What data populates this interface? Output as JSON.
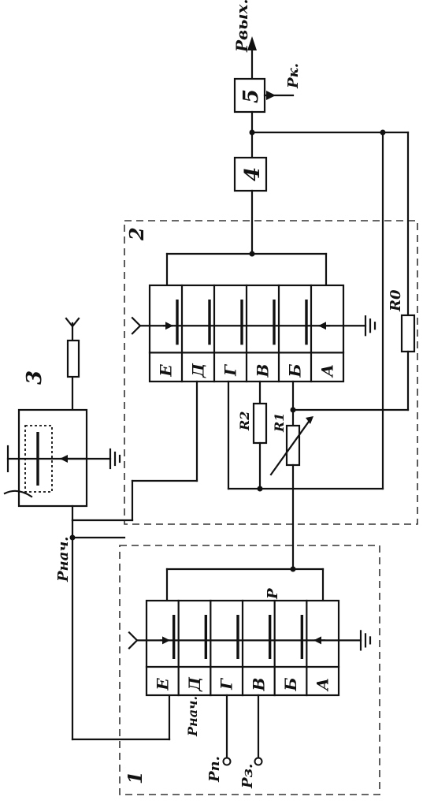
{
  "labels": {
    "block1": "1",
    "block2": "2",
    "block3": "3",
    "block4": "4",
    "block5": "5",
    "p_out": "Pвых.",
    "p_k": "Pк.",
    "p_nach_top": "Pнач.",
    "p_nach_bottom": "Pнач.",
    "p": "P",
    "p_p": "Pп.",
    "p_z": "Pз.",
    "r0": "R0",
    "r1": "R1",
    "r2": "R2"
  },
  "chambers": [
    "E",
    "Д",
    "Г",
    "В",
    "Б",
    "А"
  ]
}
